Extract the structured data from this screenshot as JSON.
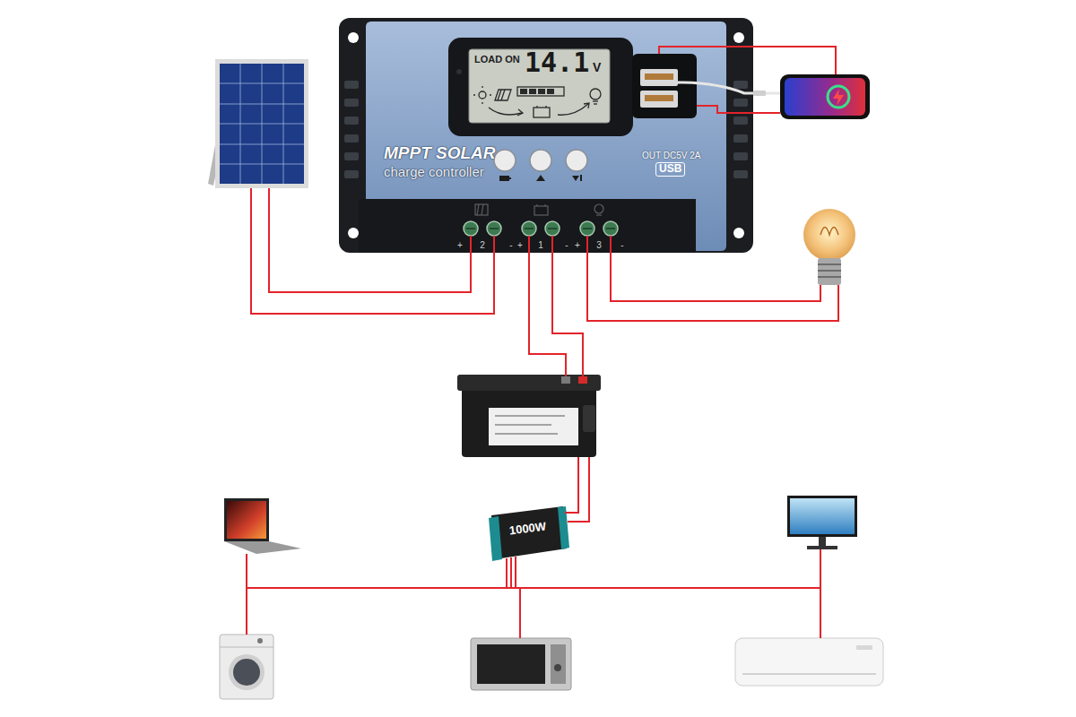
{
  "diagram": {
    "nodes": [
      {
        "text": [
          "MPPT SOLAR",
          "charge controller"
        ]
      },
      {
        "text": [
          "LOAD ON",
          "14.1",
          "V"
        ],
        "in": 0
      },
      {
        "text": [
          "1000W"
        ]
      }
    ],
    "labels": [
      "OUT DC5V 2A",
      "USB",
      "+",
      "2",
      "-",
      "+",
      "1",
      "-",
      "+",
      "3",
      "-"
    ]
  }
}
